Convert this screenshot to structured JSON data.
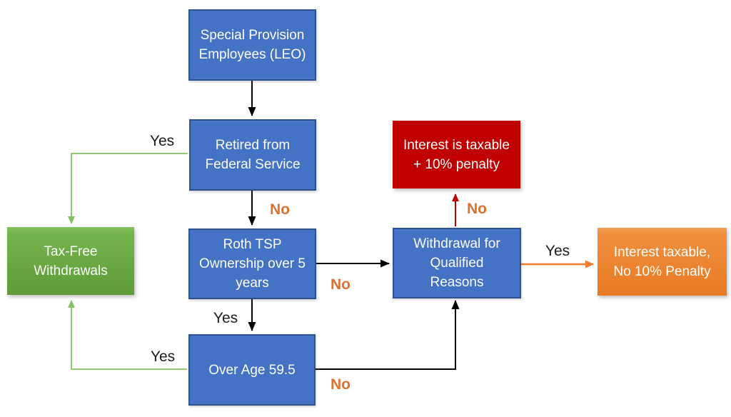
{
  "diagram": {
    "type": "flowchart",
    "background": "#ffffff",
    "colors": {
      "node_blue": "#4472C4",
      "node_blue_border": "#2F528F",
      "node_red": "#C00000",
      "node_green_top": "#84C15C",
      "node_green_bottom": "#5F9C39",
      "node_orange_top": "#F4A053",
      "node_orange_bottom": "#E87A24",
      "edge_black": "#000000",
      "edge_green": "#84C162",
      "edge_red": "#C00000",
      "edge_orange": "#ED7D31",
      "label_yes_color": "#1B1B1B",
      "label_no_color": "#DD7130",
      "node_text": "#FFFFFF"
    },
    "nodes": [
      {
        "id": "special-provision-employees",
        "label": "Special Provision\nEmployees (LEO)",
        "style": "blue"
      },
      {
        "id": "retired-from-federal-service",
        "label": "Retired from\nFederal Service",
        "style": "blue"
      },
      {
        "id": "roth-tsp-ownership",
        "label": "Roth TSP\nOwnership over 5\nyears",
        "style": "blue"
      },
      {
        "id": "over-age-59-5",
        "label": "Over Age 59.5",
        "style": "blue"
      },
      {
        "id": "withdrawal-qualified-reasons",
        "label": "Withdrawal for\nQualified\nReasons",
        "style": "blue"
      },
      {
        "id": "interest-taxable-penalty",
        "label": "Interest is taxable\n+ 10% penalty",
        "style": "red"
      },
      {
        "id": "tax-free-withdrawals",
        "label": "Tax-Free\nWithdrawals",
        "style": "green"
      },
      {
        "id": "interest-taxable-no-penalty",
        "label": "Interest taxable,\nNo 10% Penalty",
        "style": "orange"
      }
    ],
    "edges": [
      {
        "from": "special-provision-employees",
        "to": "retired-from-federal-service",
        "label": "",
        "color": "black"
      },
      {
        "from": "retired-from-federal-service",
        "to": "tax-free-withdrawals",
        "label": "Yes",
        "color": "green"
      },
      {
        "from": "retired-from-federal-service",
        "to": "roth-tsp-ownership",
        "label": "No",
        "color": "black"
      },
      {
        "from": "roth-tsp-ownership",
        "to": "withdrawal-qualified-reasons",
        "label": "No",
        "color": "black"
      },
      {
        "from": "roth-tsp-ownership",
        "to": "over-age-59-5",
        "label": "Yes",
        "color": "black"
      },
      {
        "from": "over-age-59-5",
        "to": "tax-free-withdrawals",
        "label": "Yes",
        "color": "green"
      },
      {
        "from": "over-age-59-5",
        "to": "withdrawal-qualified-reasons",
        "label": "No",
        "color": "black"
      },
      {
        "from": "withdrawal-qualified-reasons",
        "to": "interest-taxable-penalty",
        "label": "No",
        "color": "red"
      },
      {
        "from": "withdrawal-qualified-reasons",
        "to": "interest-taxable-no-penalty",
        "label": "Yes",
        "color": "orange"
      }
    ],
    "edge_labels": [
      {
        "id": "retired-yes",
        "text": "Yes",
        "kind": "yes"
      },
      {
        "id": "retired-no",
        "text": "No",
        "kind": "no"
      },
      {
        "id": "roth-no",
        "text": "No",
        "kind": "no"
      },
      {
        "id": "roth-yes",
        "text": "Yes",
        "kind": "yes"
      },
      {
        "id": "overage-yes",
        "text": "Yes",
        "kind": "yes"
      },
      {
        "id": "overage-no",
        "text": "No",
        "kind": "no"
      },
      {
        "id": "withdrawal-no",
        "text": "No",
        "kind": "no"
      },
      {
        "id": "withdrawal-yes",
        "text": "Yes",
        "kind": "yes"
      }
    ]
  }
}
